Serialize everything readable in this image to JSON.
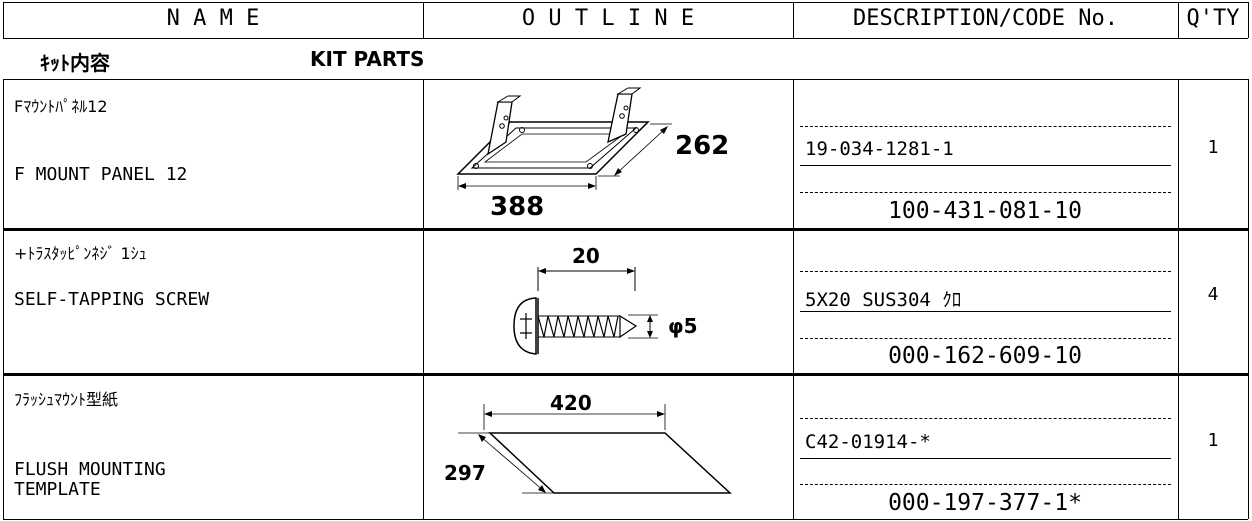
{
  "headers": {
    "name": "N A M E",
    "outline": "O U T L I N E",
    "description": "DESCRIPTION/CODE No.",
    "qty": "Q'TY"
  },
  "section": {
    "jp": "ｷｯﾄ内容",
    "en": "KIT PARTS"
  },
  "rows": [
    {
      "name_jp": "Fﾏｳﾝﾄﾊﾟﾈﾙ12",
      "name_en": "F MOUNT PANEL 12",
      "description": "19-034-1281-1",
      "code": "100-431-081-10",
      "qty": "1",
      "dims": [
        "262",
        "388"
      ]
    },
    {
      "name_jp": "+ﾄﾗｽﾀｯﾋﾟﾝﾈｼﾞ 1ｼｭ",
      "name_en": "SELF-TAPPING SCREW",
      "description": "5X20 SUS304 ｸﾛ",
      "code": "000-162-609-10",
      "qty": "4",
      "dims": [
        "20",
        "φ5"
      ]
    },
    {
      "name_jp": "ﾌﾗｯｼｭﾏｳﾝﾄ型紙",
      "name_en": "FLUSH MOUNTING\nTEMPLATE",
      "description": "C42-01914-*",
      "code": "000-197-377-1*",
      "qty": "1",
      "dims": [
        "420",
        "297"
      ]
    }
  ]
}
